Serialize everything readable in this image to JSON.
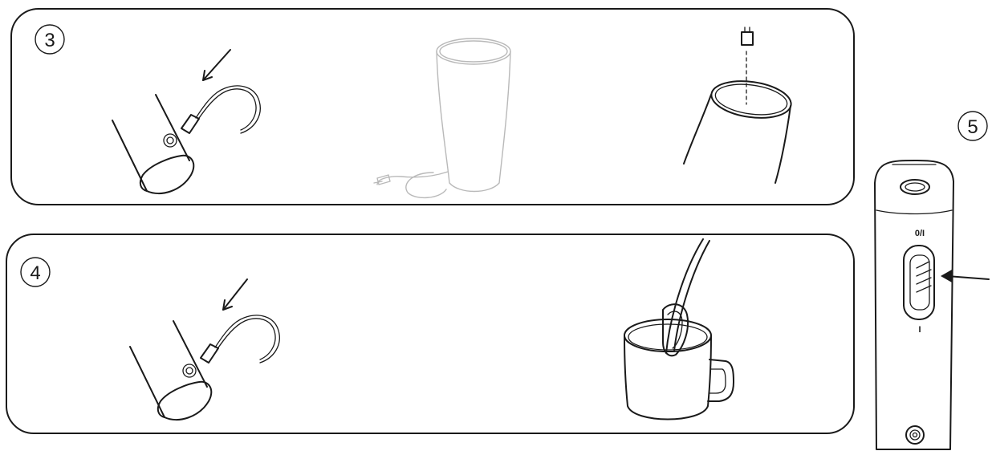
{
  "steps": [
    {
      "number": "3"
    },
    {
      "number": "4"
    },
    {
      "number": "5"
    }
  ],
  "switch": {
    "top_label": "0/I",
    "bottom_label": "I"
  }
}
